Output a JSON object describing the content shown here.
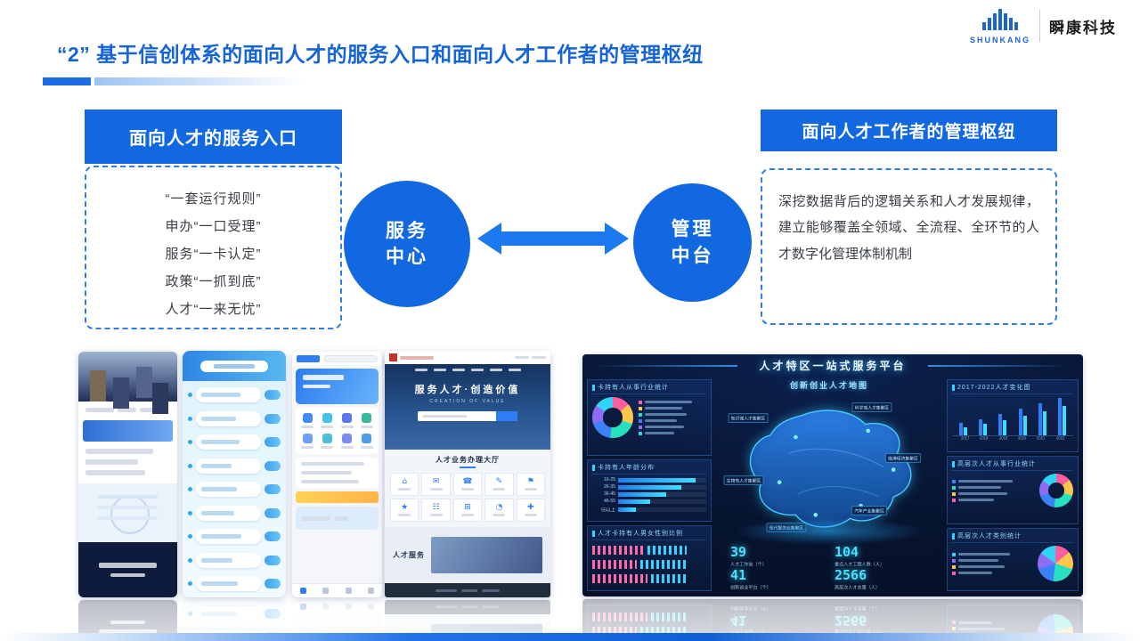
{
  "header": {
    "title": "“2” 基于信创体系的面向人才的服务入口和面向人才工作者的管理枢纽",
    "logo_en": "SHUNKANG",
    "logo_cn": "瞬康科技"
  },
  "left_panel": {
    "title": "面向人才的服务入口",
    "lines": [
      "“一套运行规则”",
      "申办“一口受理”",
      "服务“一卡认定”",
      "政策“一抓到底”",
      "人才“一来无忧”"
    ]
  },
  "hub": {
    "service_line1": "服务",
    "service_line2": "中心",
    "manage_line1": "管理",
    "manage_line2": "中台"
  },
  "right_panel": {
    "title": "面向人才工作者的管理枢纽",
    "body": "深挖数据背后的逻辑关系和人才发展规律，建立能够覆盖全领域、全流程、全环节的人才数字化管理体制机制"
  },
  "portal_site": {
    "hero_title": "服务人才·创造价值",
    "hero_subtitle": "CREATION OF VALUE",
    "section_title": "人才业务办理大厅",
    "section2_title": "人才服务",
    "icons": [
      "⌂",
      "✉",
      "☎",
      "✎",
      "⚑",
      "★",
      "☷",
      "⊞",
      "◔",
      "✚"
    ]
  },
  "dashboard": {
    "title": "人才特区一站式服务平台",
    "panels": {
      "left_top": "卡持有人从事行业统计",
      "left_mid": "卡持有人年龄分布",
      "left_bottom": "人才卡持有人男女性别比例",
      "center": "创新创业人才地图",
      "right_top": "2017-2022人才变化图",
      "right_mid": "高层次人才从事行业统计",
      "right_bottom": "高层次人才类别统计"
    },
    "age_groups": [
      "16-25",
      "26-35",
      "36-45",
      "46-55",
      "55以上"
    ],
    "map_labels": [
      "知识城人才集聚区",
      "科学城人才集聚区",
      "临港经济集聚区",
      "生物岛人才集聚区",
      "汽车产业集聚区",
      "现代服务业集聚区"
    ],
    "years": [
      "2017",
      "2018",
      "2019",
      "2020",
      "2021",
      "2022"
    ],
    "stats": [
      {
        "value": "39",
        "label": "人才工作站（个）"
      },
      {
        "value": "104",
        "label": "重点人才工程人数（人）"
      },
      {
        "value": "41",
        "label": "创新创业平台（个）"
      },
      {
        "value": "2566",
        "label": "高层次人才总量（人）"
      }
    ]
  }
}
